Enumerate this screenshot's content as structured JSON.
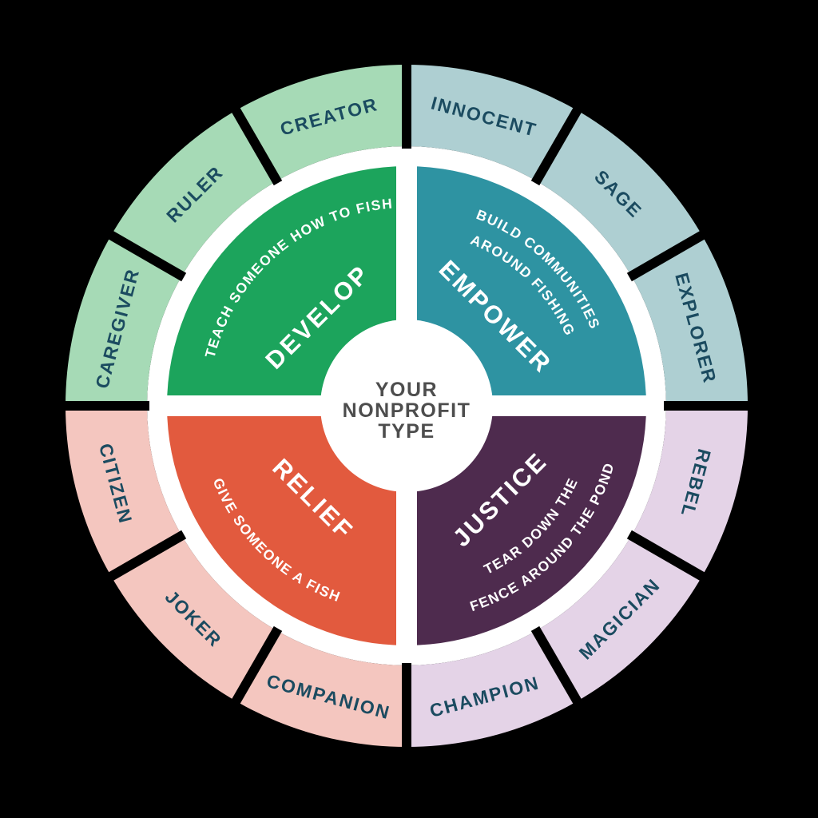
{
  "title": {
    "text": "YOUR NONPROFIT TYPE",
    "lines": [
      "YOUR",
      "NONPROFIT",
      "TYPE"
    ],
    "color": "#4D4D4D"
  },
  "colors": {
    "background": "#000000",
    "white": "#FFFFFF",
    "ring_label_text": "#1B4B60",
    "quadrant_text": "#FFFFFF"
  },
  "quadrants": [
    {
      "key": "develop",
      "label": "DEVELOP",
      "color": "#1CA45C",
      "mid_angle": 315,
      "flipped": false,
      "tagline": "TEACH SOMEONE HOW TO FISH",
      "tagline_lines": [
        {
          "text": "TEACH SOMEONE HOW TO FISH",
          "arc_mid": 320,
          "arc_r": 248
        }
      ]
    },
    {
      "key": "empower",
      "label": "EMPOWER",
      "color": "#2E93A2",
      "mid_angle": 45,
      "flipped": false,
      "tagline": "BUILD COMMUNITIES AROUND FISHING",
      "tagline_lines": [
        {
          "text": "BUILD COMMUNITIES",
          "arc_mid": 44,
          "arc_r": 250
        },
        {
          "text": "AROUND FISHING",
          "arc_mid": 44,
          "arc_r": 218
        }
      ]
    },
    {
      "key": "justice",
      "label": "JUSTICE",
      "color": "#4E2B4E",
      "mid_angle": 135,
      "flipped": true,
      "tagline": "TEAR DOWN THE FENCE AROUND THE POND",
      "tagline_lines": [
        {
          "text": "TEAR DOWN THE",
          "arc_mid": 134,
          "arc_r": 234
        },
        {
          "text": "FENCE AROUND THE POND",
          "arc_mid": 134,
          "arc_r": 270
        }
      ]
    },
    {
      "key": "relief",
      "label": "RELIEF",
      "color": "#E25A3E",
      "mid_angle": 225,
      "flipped": true,
      "tagline": "GIVE SOMEONE A FISH",
      "tagline_lines": [
        {
          "text": "GIVE SOMEONE A FISH",
          "arc_mid": 224,
          "arc_r": 260
        }
      ]
    }
  ],
  "outer_ring": {
    "groups": [
      {
        "key": "empower-archetypes",
        "color": "#AECFD2",
        "start": 0,
        "end": 90,
        "segments": [
          {
            "label": "INNOCENT",
            "angle": 15,
            "flipped": false
          },
          {
            "label": "SAGE",
            "angle": 45,
            "flipped": false
          },
          {
            "label": "EXPLORER",
            "angle": 75,
            "flipped": false
          }
        ]
      },
      {
        "key": "justice-archetypes",
        "color": "#E4D3E7",
        "start": 90,
        "end": 180,
        "segments": [
          {
            "label": "REBEL",
            "angle": 105,
            "flipped": false
          },
          {
            "label": "MAGICIAN",
            "angle": 135,
            "flipped": true
          },
          {
            "label": "CHAMPION",
            "angle": 165,
            "flipped": true
          }
        ]
      },
      {
        "key": "relief-archetypes",
        "color": "#F4C6BF",
        "start": 180,
        "end": 270,
        "segments": [
          {
            "label": "COMPANION",
            "angle": 195,
            "flipped": true
          },
          {
            "label": "JOKER",
            "angle": 225,
            "flipped": true
          },
          {
            "label": "CITIZEN",
            "angle": 255,
            "flipped": true
          }
        ]
      },
      {
        "key": "develop-archetypes",
        "color": "#A6DAB6",
        "start": 270,
        "end": 360,
        "segments": [
          {
            "label": "CAREGIVER",
            "angle": 285,
            "flipped": false
          },
          {
            "label": "RULER",
            "angle": 315,
            "flipped": false
          },
          {
            "label": "CREATOR",
            "angle": 345,
            "flipped": false
          }
        ]
      }
    ]
  }
}
